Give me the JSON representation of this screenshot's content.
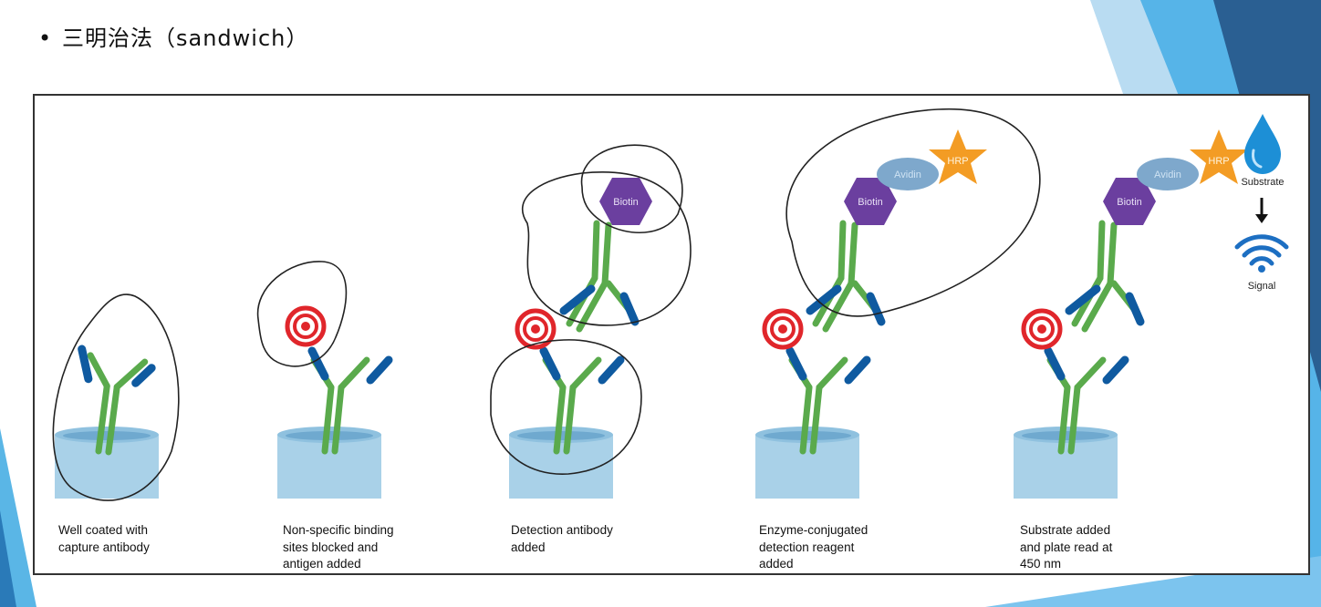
{
  "heading": {
    "bullet": "•",
    "text": "三明治法（sandwich）"
  },
  "steps": [
    {
      "caption": "Well coated with\ncapture antibody"
    },
    {
      "caption": "Non-specific binding\nsites blocked and\nantigen added"
    },
    {
      "caption": "Detection antibody\nadded"
    },
    {
      "caption": "Enzyme-conjugated\ndetection reagent\nadded"
    },
    {
      "caption": "Substrate added\nand plate read at\n450 nm"
    }
  ],
  "labels": {
    "biotin": "Biotin",
    "avidin": "Avidin",
    "hrp": "HRP",
    "substrate": "Substrate",
    "signal": "Signal"
  },
  "colors": {
    "antibody_green": "#5aaa4c",
    "antibody_blue": "#0f5aa0",
    "well": "#a9d1e8",
    "biotin": "#6b3f9f",
    "avidin": "#7ea8cc",
    "hrp": "#f39c24",
    "antigen_red": "#e0262b",
    "substrate": "#1d8fd6"
  }
}
